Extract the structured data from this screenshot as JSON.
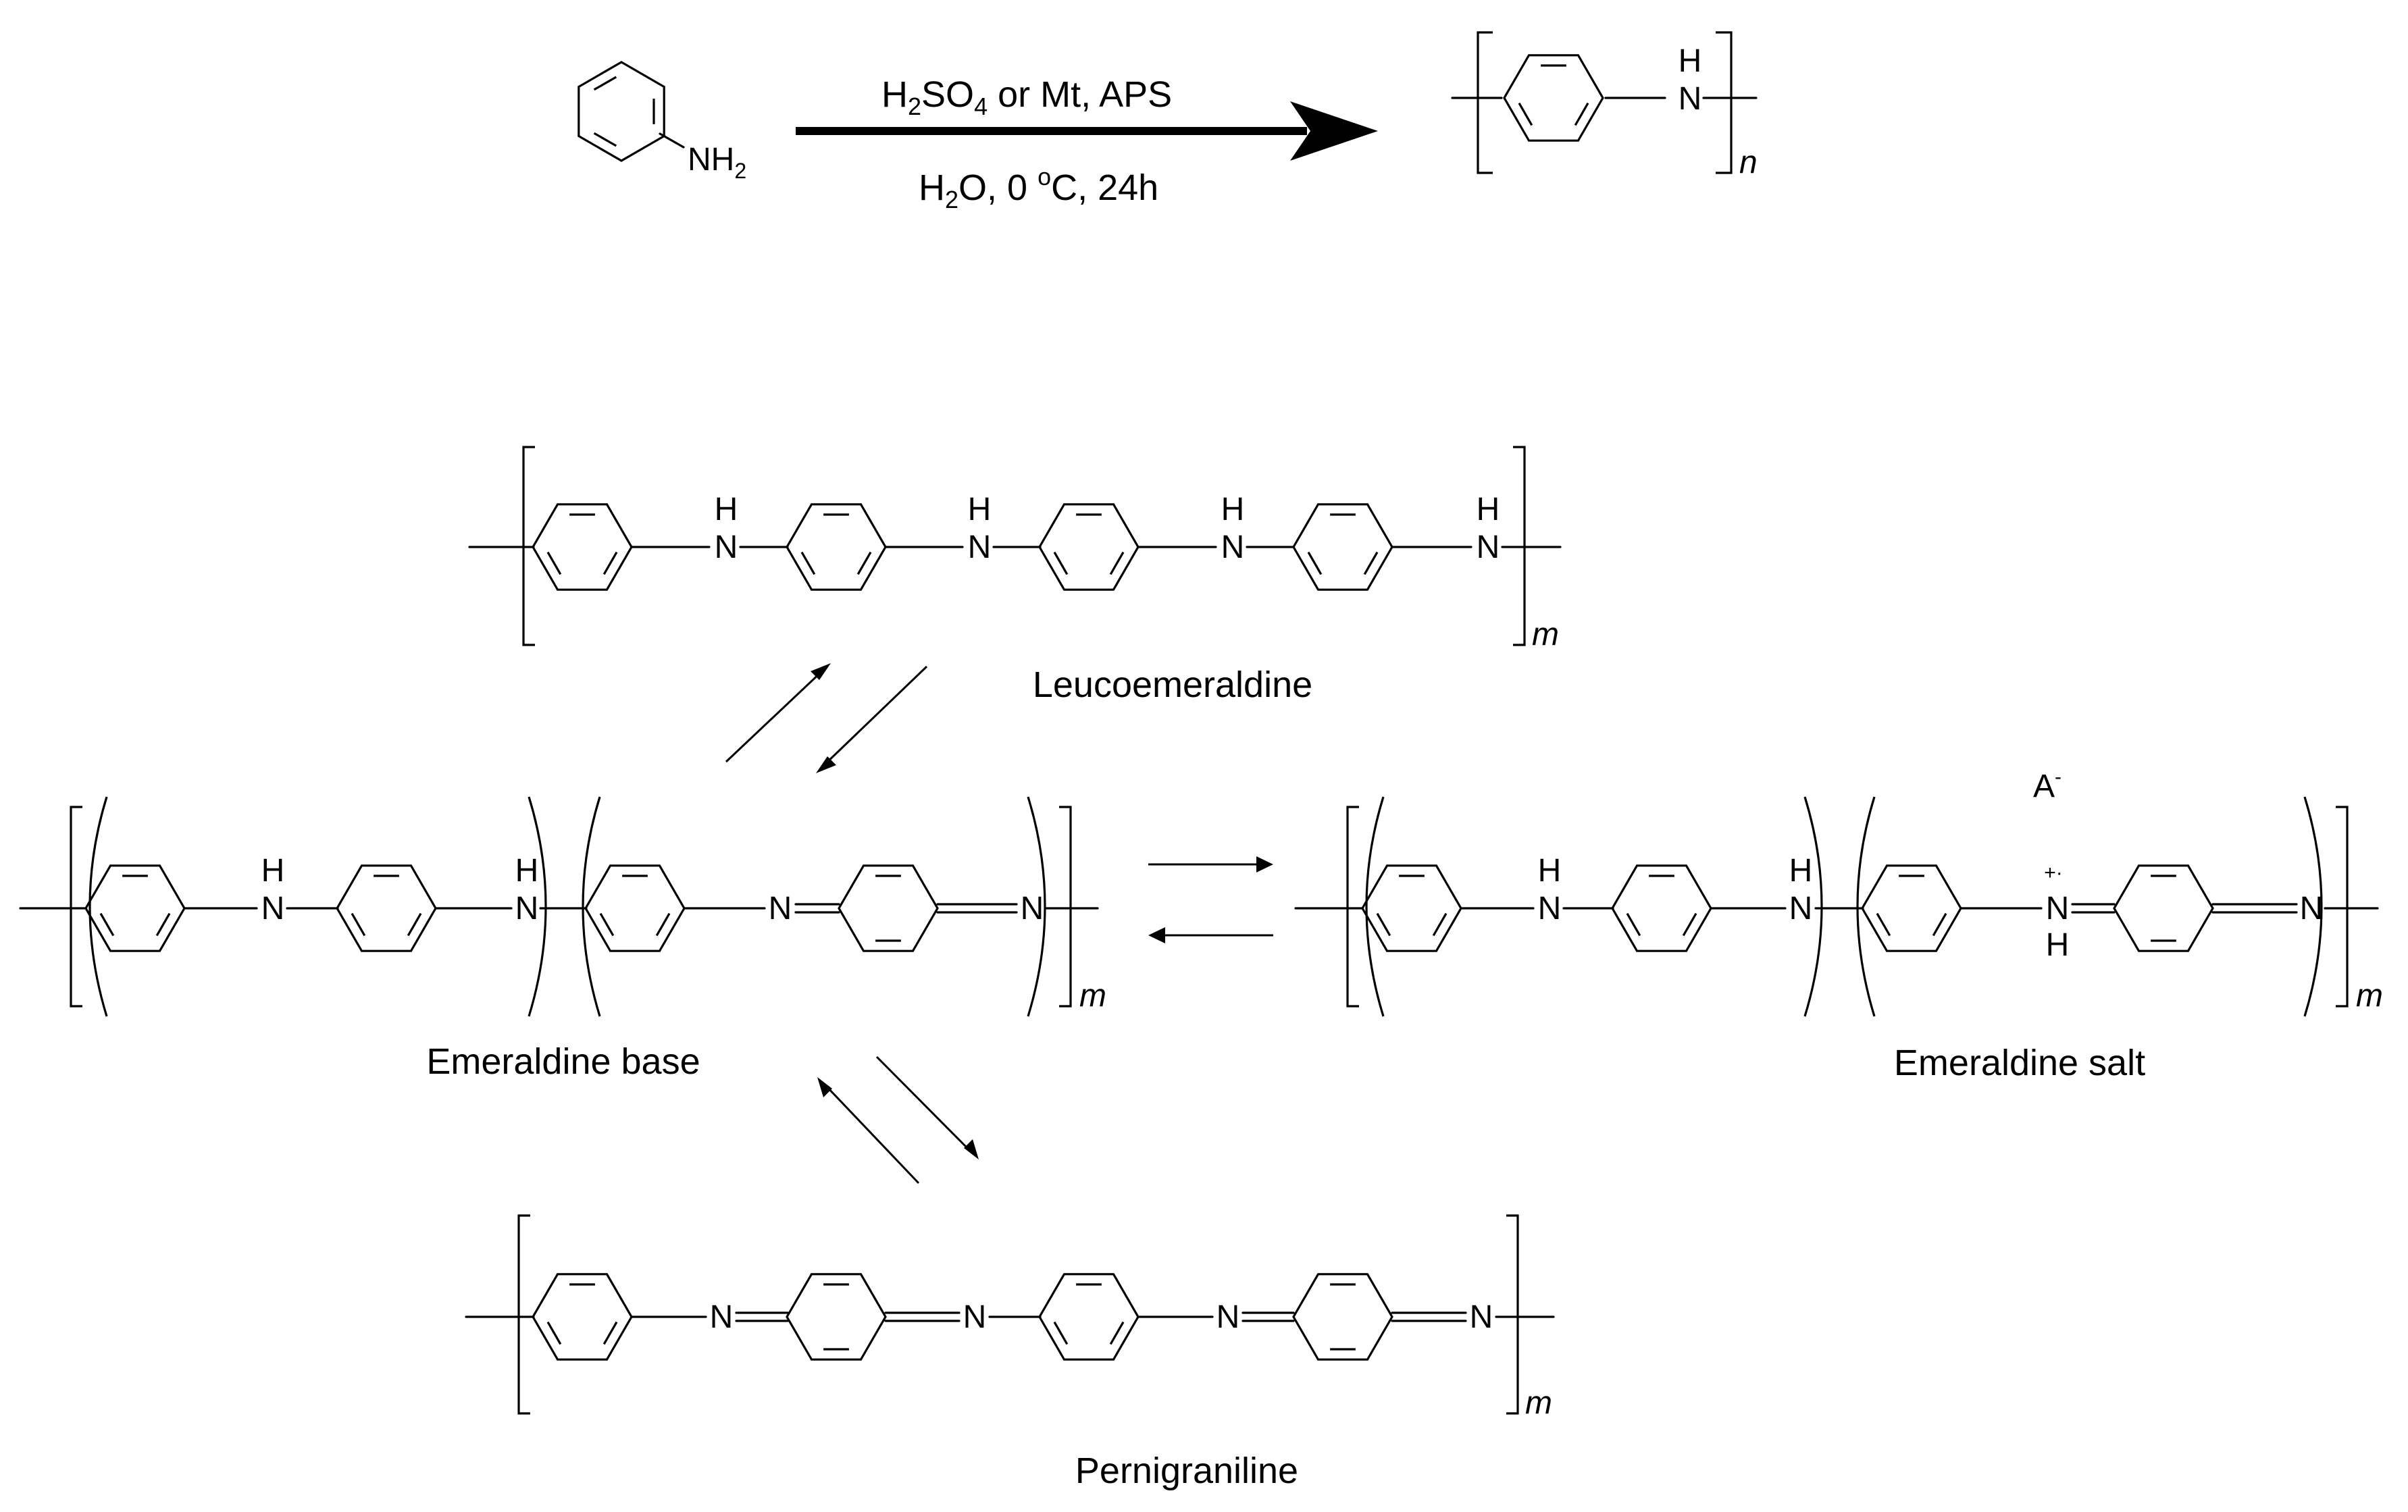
{
  "reaction": {
    "reactant_nh": "NH",
    "reactant_sub": "2",
    "cond1_h": "H",
    "cond1_2": "2",
    "cond1_so": "SO",
    "cond1_4": "4",
    "cond1_rest": " or Mt, APS",
    "cond2_h": "H",
    "cond2_2": "2",
    "cond2_o": "O,  0 ",
    "cond2_deg": "o",
    "cond2_rest": "C, 24h",
    "product_h": "H",
    "product_n": "N",
    "repeat_n": "n"
  },
  "structures": {
    "repeat_m": "m",
    "h": "H",
    "n": "N",
    "anion": "A",
    "anion_charge": "-",
    "radical_cation": "+·",
    "leucoemeraldine": "Leucoemeraldine",
    "emeraldine_base": "Emeraldine base",
    "emeraldine_salt": "Emeraldine salt",
    "pernigraniline": "Pernigraniline"
  },
  "colors": {
    "ink": "#000000",
    "background": "#ffffff"
  }
}
